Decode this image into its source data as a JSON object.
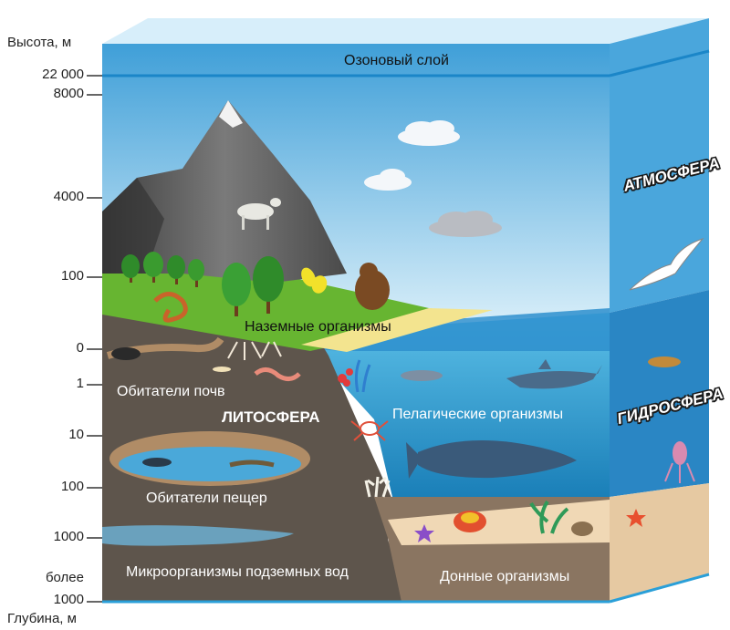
{
  "axis": {
    "height_title": "Высота, м",
    "depth_title": "Глубина, м",
    "ticks": [
      "22 000",
      "8000",
      "4000",
      "100",
      "0",
      "1",
      "10",
      "100",
      "1000",
      "более",
      "1000"
    ]
  },
  "layers": {
    "ozone": "Озоновый слой",
    "atmosphere": "АТМОСФЕРА",
    "hydrosphere": "ГИДРОСФЕРА",
    "lithosphere": "ЛИТОСФЕРА"
  },
  "groups": {
    "terrestrial": "Наземные организмы",
    "soil": "Обитатели почв",
    "pelagic": "Пелагические организмы",
    "caves": "Обитатели пещер",
    "groundwater": "Микроорганизмы подземных вод",
    "benthic": "Донные организмы"
  }
}
